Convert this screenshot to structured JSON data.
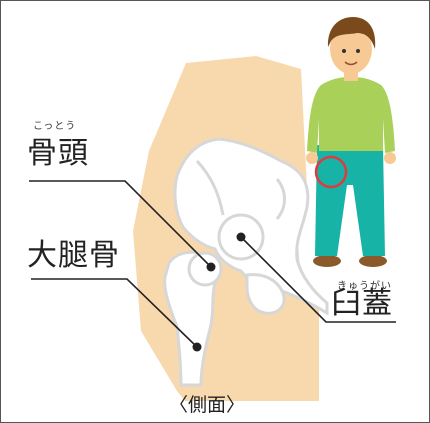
{
  "labels": {
    "femoral_head_ruby": "こっとう",
    "femoral_head": "骨頭",
    "femur": "大腿骨",
    "acetabulum_ruby": "きゅうがい",
    "acetabulum": "臼蓋",
    "view_caption": "〈側面〉"
  },
  "colors": {
    "skin": "#f8d9ae",
    "bone": "#ffffff",
    "bone_outline": "#d7d7d7",
    "shirt": "#a9d15a",
    "pants": "#17b3a7",
    "hair": "#7a4a1c",
    "shoes": "#8a5a2b",
    "highlight_circle": "#e03a3e",
    "leader_line": "#222222"
  }
}
